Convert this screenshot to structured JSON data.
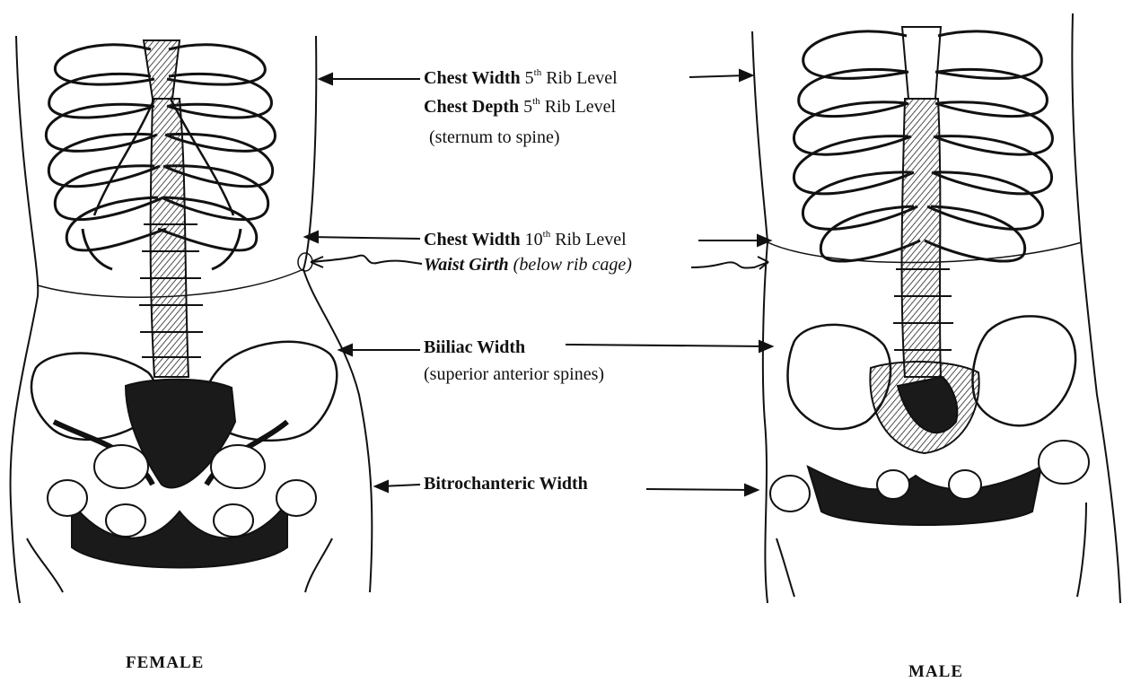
{
  "labels": {
    "chest_width_5": {
      "name": "Chest Width",
      "num": "5",
      "sup": "th",
      "rest": "Rib Level"
    },
    "chest_depth_5": {
      "name": "Chest Depth",
      "num": "5",
      "sup": "th",
      "rest": "Rib Level"
    },
    "chest_depth_note": "(sternum to spine)",
    "chest_width_10": {
      "name": "Chest Width",
      "num": "10",
      "sup": "th",
      "rest": "Rib Level"
    },
    "waist_girth": {
      "name": "Waist Girth",
      "rest": "(below rib cage)"
    },
    "biiliac": {
      "name": "Biiliac Width"
    },
    "biiliac_note": "(superior anterior spines)",
    "bitrochanteric": {
      "name": "Bitrochanteric Width"
    }
  },
  "captions": {
    "female": "FEMALE",
    "male": "MALE"
  }
}
